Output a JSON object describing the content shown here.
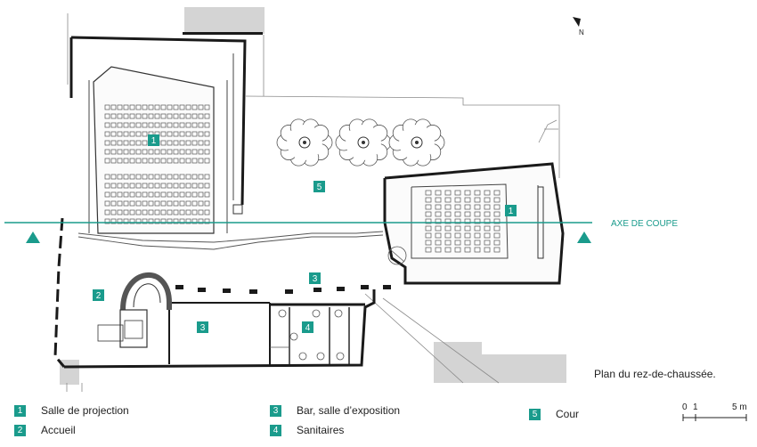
{
  "north": {
    "label": "N"
  },
  "section_line": {
    "label": "AXE DE COUPE",
    "color": "#1a9b8c"
  },
  "caption": "Plan du rez-de-chaussée.",
  "room_tags": [
    {
      "id": "salle-1",
      "number": "1"
    },
    {
      "id": "salle-1b",
      "number": "1"
    },
    {
      "id": "accueil",
      "number": "2"
    },
    {
      "id": "bar-upper",
      "number": "3"
    },
    {
      "id": "bar-lower",
      "number": "3"
    },
    {
      "id": "sanitaires",
      "number": "4"
    },
    {
      "id": "cour",
      "number": "5"
    }
  ],
  "legend": [
    {
      "number": "1",
      "label": "Salle de projection"
    },
    {
      "number": "2",
      "label": "Accueil"
    },
    {
      "number": "3",
      "label": "Bar, salle d’exposition"
    },
    {
      "number": "4",
      "label": "Sanitaires"
    },
    {
      "number": "5",
      "label": "Cour"
    }
  ],
  "scale": {
    "zero": "0",
    "one": "1",
    "five": "5 m"
  },
  "colors": {
    "accent": "#1a9b8c",
    "wall": "#1a1a1a",
    "line": "#777777",
    "neighbor": "#d4d4d4"
  }
}
